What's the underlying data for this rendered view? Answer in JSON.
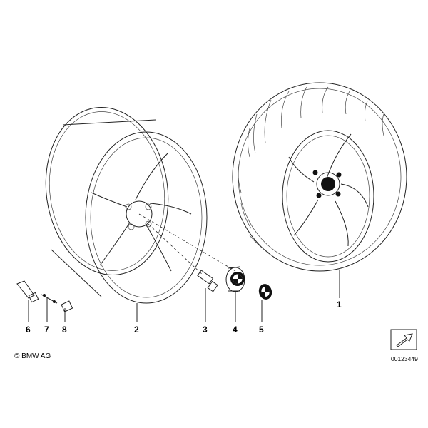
{
  "callouts": [
    {
      "id": "1",
      "label": "1"
    },
    {
      "id": "2",
      "label": "2"
    },
    {
      "id": "3",
      "label": "3"
    },
    {
      "id": "4",
      "label": "4"
    },
    {
      "id": "5",
      "label": "5"
    },
    {
      "id": "6",
      "label": "6"
    },
    {
      "id": "7",
      "label": "7"
    },
    {
      "id": "8",
      "label": "8"
    }
  ],
  "copyright": "© BMW AG",
  "document_number": "00123449",
  "icons": {
    "direction": "arrow-icon",
    "emblem": "bmw-roundel-icon"
  }
}
